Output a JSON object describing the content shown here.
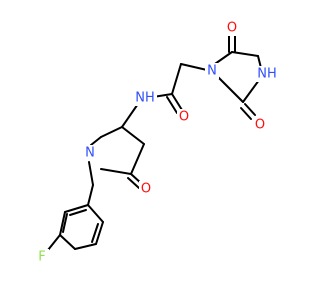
{
  "colors": {
    "background": "#ffffff",
    "bond": "#000000",
    "oxygen": "#ff0d0d",
    "nitrogen": "#3050f8",
    "fluorine": "#90e050"
  },
  "atoms": {
    "imidazolidine_c5_oxygen": {
      "symbol": "O",
      "element": "oxygen"
    },
    "imidazolidine_n1": {
      "symbol": "N",
      "element": "nitrogen"
    },
    "imidazolidine_n3h": {
      "symbol": "NH",
      "element": "nitrogen"
    },
    "imidazolidine_c2_oxygen": {
      "symbol": "O",
      "element": "oxygen"
    },
    "amide_nh": {
      "symbol": "NH",
      "element": "nitrogen"
    },
    "amide_oxygen": {
      "symbol": "O",
      "element": "oxygen"
    },
    "pyrrolidinone_n": {
      "symbol": "N",
      "element": "nitrogen"
    },
    "pyrrolidinone_oxygen": {
      "symbol": "O",
      "element": "oxygen"
    },
    "aryl_fluorine": {
      "symbol": "F",
      "element": "fluorine"
    }
  }
}
